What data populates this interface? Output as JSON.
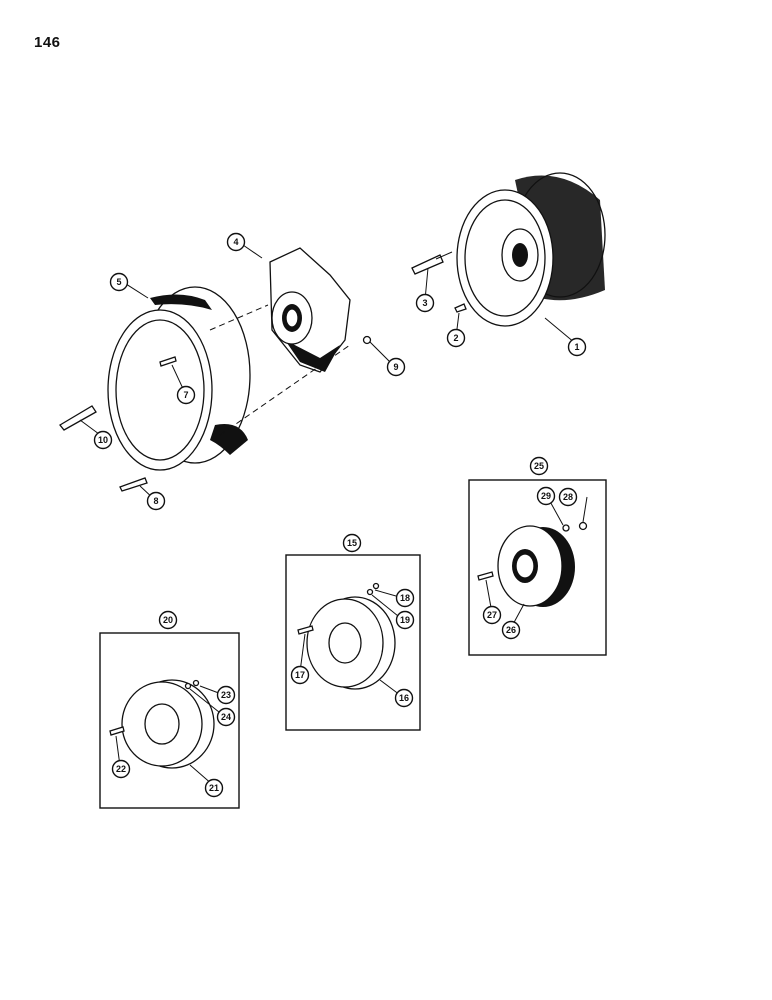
{
  "page_number": "146",
  "callouts": [
    "1",
    "2",
    "3",
    "4",
    "5",
    "7",
    "8",
    "9",
    "10",
    "15",
    "16",
    "17",
    "18",
    "19",
    "20",
    "21",
    "22",
    "23",
    "24",
    "25",
    "26",
    "27",
    "28",
    "29"
  ]
}
